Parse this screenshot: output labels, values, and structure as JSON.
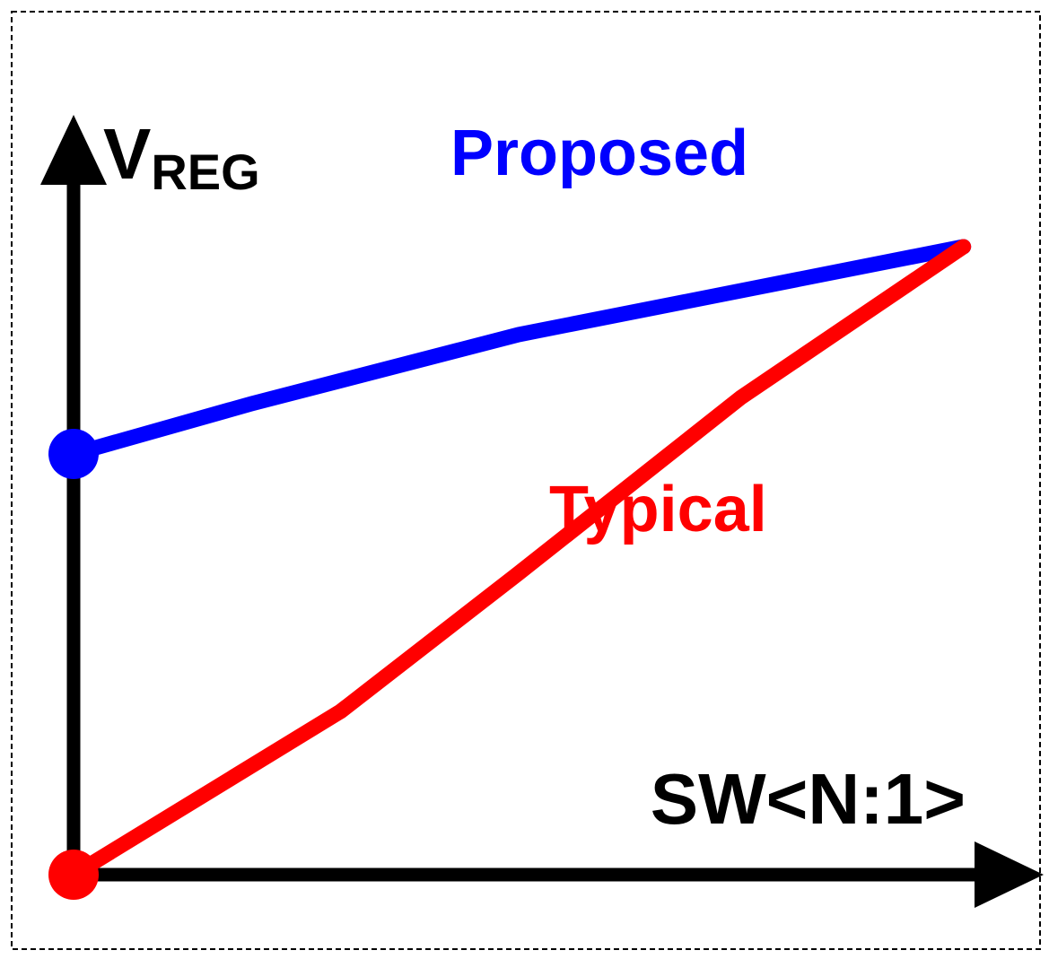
{
  "chart_data": {
    "type": "line",
    "title": "",
    "xlabel": "SW<N:1>",
    "ylabel": {
      "main": "V",
      "sub": "REG"
    },
    "series": [
      {
        "name": "Proposed",
        "color": "#0000ff",
        "points": [
          [
            0,
            0.67
          ],
          [
            0.2,
            0.75
          ],
          [
            0.5,
            0.86
          ],
          [
            1,
            1.0
          ]
        ],
        "start_marker": true
      },
      {
        "name": "Typical",
        "color": "#ff0000",
        "points": [
          [
            0,
            0
          ],
          [
            0.3,
            0.26
          ],
          [
            0.5,
            0.48
          ],
          [
            0.75,
            0.76
          ],
          [
            1,
            1.0
          ]
        ],
        "start_marker": true
      }
    ],
    "xlim": [
      0,
      1.09
    ],
    "ylim": [
      0,
      1.21
    ],
    "grid": false,
    "legend": "inline"
  },
  "colors": {
    "axis": "#000000",
    "frame": "#000000",
    "background": "#ffffff"
  }
}
